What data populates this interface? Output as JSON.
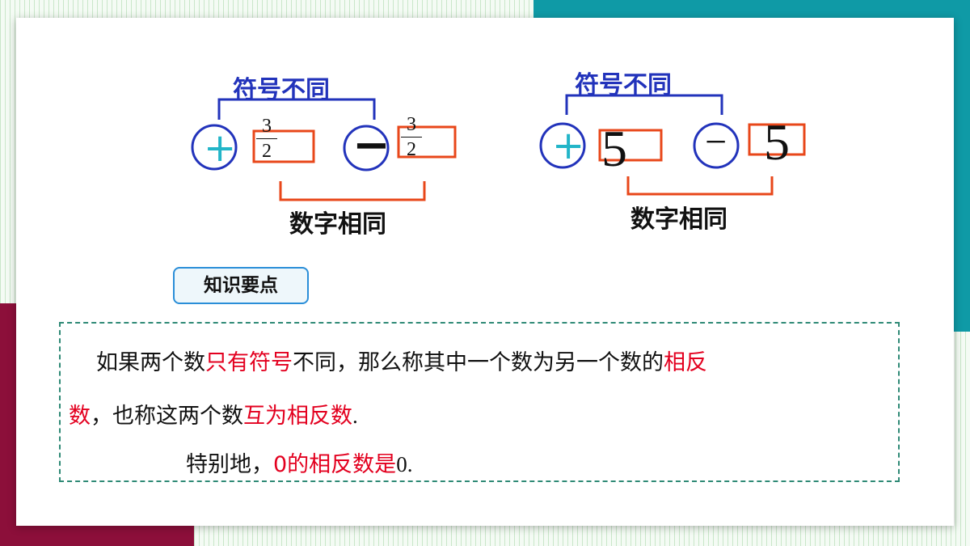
{
  "left_diagram": {
    "brace_label": "符号不同",
    "plus_sign": "+",
    "minus_sign": "−",
    "fraction_numerator": "3",
    "fraction_denominator": "2",
    "same_label": "数字相同"
  },
  "right_diagram": {
    "brace_label": "符号不同",
    "plus_sign": "+",
    "minus_sign": "−",
    "number": "5",
    "same_label": "数字相同"
  },
  "key_points_tag": "知识要点",
  "definition": {
    "line1": [
      {
        "text": "如果两个数",
        "red": false
      },
      {
        "text": "只有符号",
        "red": true
      },
      {
        "text": "不同，那么称其中一个数为另一个数的",
        "red": false
      },
      {
        "text": "相反",
        "red": true
      }
    ],
    "line2": [
      {
        "text": "数",
        "red": true
      },
      {
        "text": "，也称这两个数",
        "red": false
      },
      {
        "text": "互为相反数",
        "red": true
      },
      {
        "text": ".",
        "red": false
      }
    ],
    "line3": [
      {
        "text": "特别地，",
        "red": false
      },
      {
        "text": "0的相反数是",
        "red": true
      },
      {
        "text": "0.",
        "red": false
      }
    ]
  },
  "colors": {
    "blue": "#2233bb",
    "red_frame": "#e8471a",
    "teal_plus": "#22b5c8",
    "highlight_red": "#e3001f",
    "dashed_border": "#2f8a76",
    "tag_border": "#2a8ed8"
  }
}
